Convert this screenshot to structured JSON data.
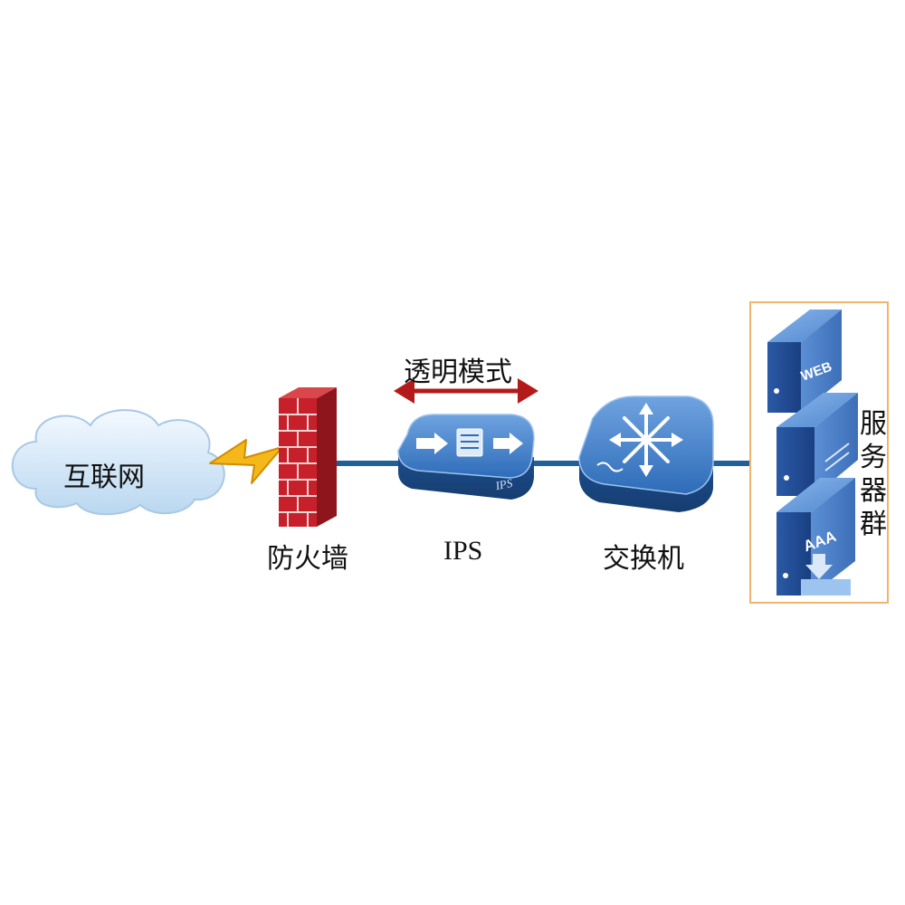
{
  "nodes": {
    "internet": "互联网",
    "firewall": "防火墙",
    "ips": "IPS",
    "switch": "交换机",
    "server_group": "服务器群"
  },
  "ips_device_text": "IPS",
  "mode_label": "透明模式",
  "servers": [
    {
      "label": "WEB"
    },
    {
      "label": ""
    },
    {
      "label": "AAA"
    }
  ],
  "colors": {
    "link": "#1f5f9a",
    "arrow": "#b31b1b",
    "server_box_border": "#f2b46c",
    "device_blue": "#2c6bb8",
    "brick_red": "#c8202a",
    "bolt": "#f4b81a"
  }
}
